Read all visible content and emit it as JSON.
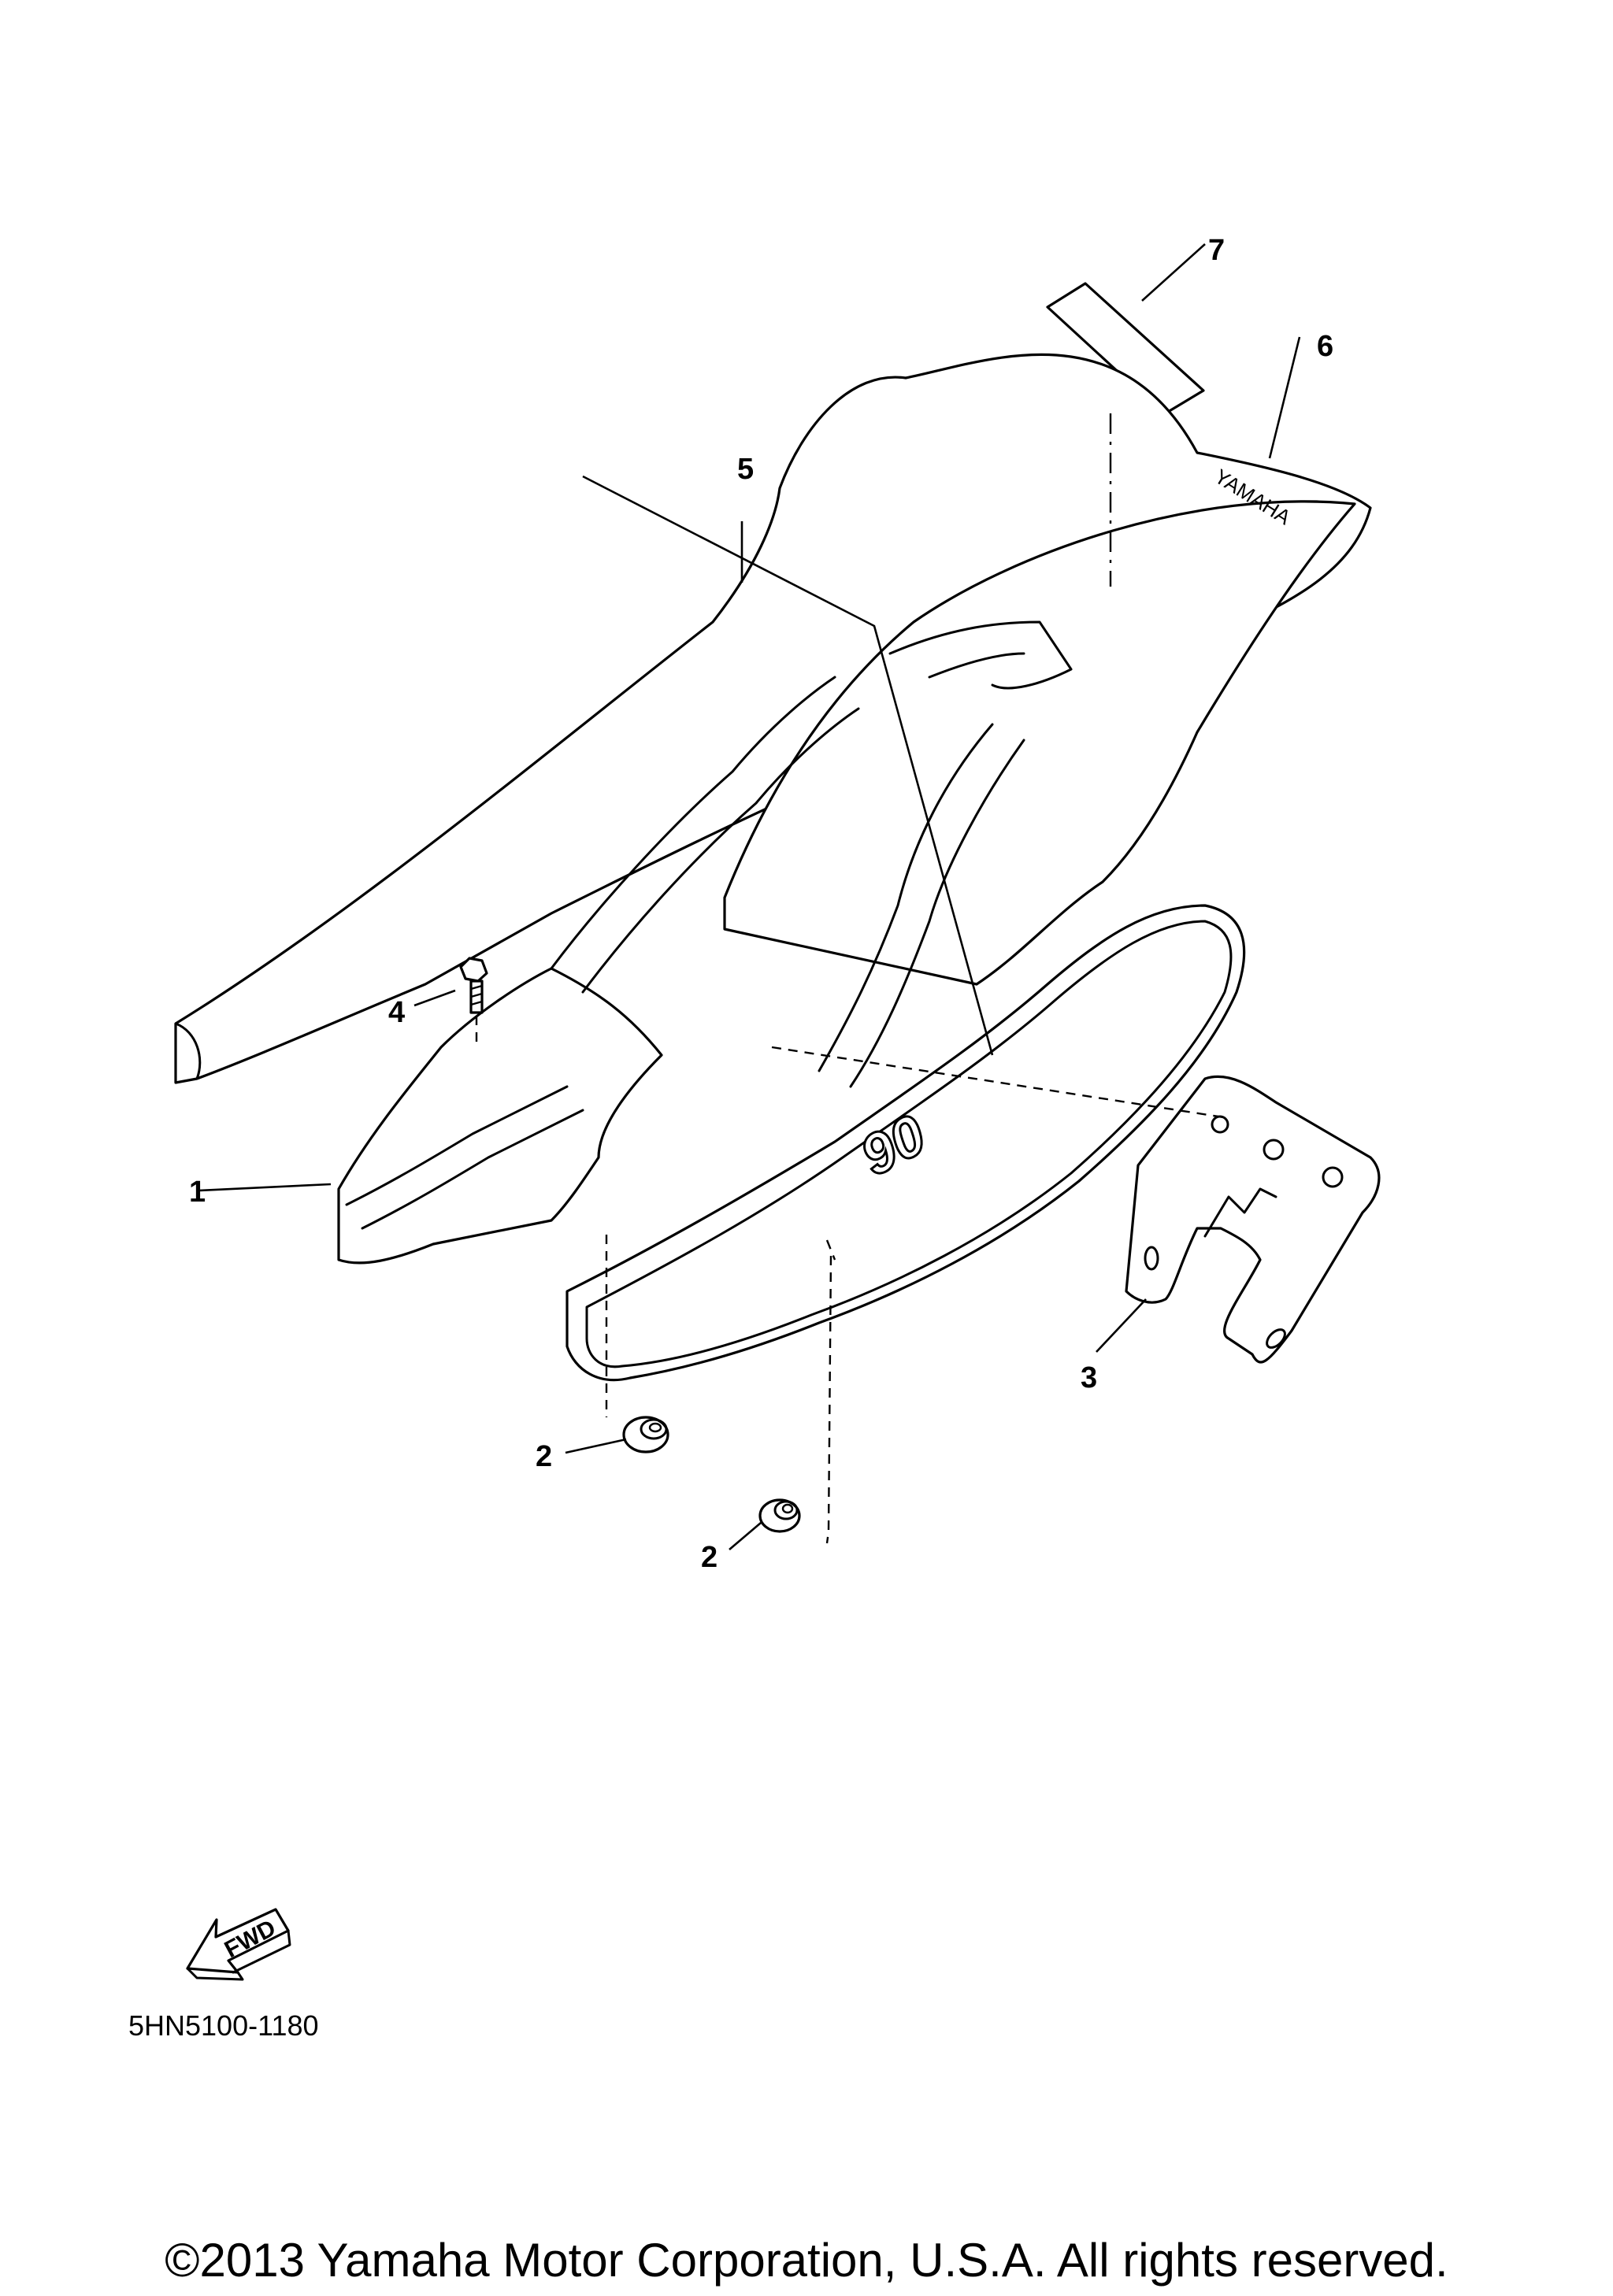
{
  "callouts": [
    {
      "number": "1",
      "part": "side-cover"
    },
    {
      "number": "2",
      "part": "grommet"
    },
    {
      "number": "2",
      "part": "grommet"
    },
    {
      "number": "3",
      "part": "bracket"
    },
    {
      "number": "4",
      "part": "bolt"
    },
    {
      "number": "5",
      "part": "seat"
    },
    {
      "number": "6",
      "part": "emblem"
    },
    {
      "number": "7",
      "part": "label"
    }
  ],
  "decals": {
    "brand": "YAMAHA",
    "model_number": "90"
  },
  "fwd_arrow_label": "FWD",
  "drawing_code": "5HN5100-1180",
  "copyright": "©2013 Yamaha Motor Corporation, U.S.A. All rights reserved."
}
